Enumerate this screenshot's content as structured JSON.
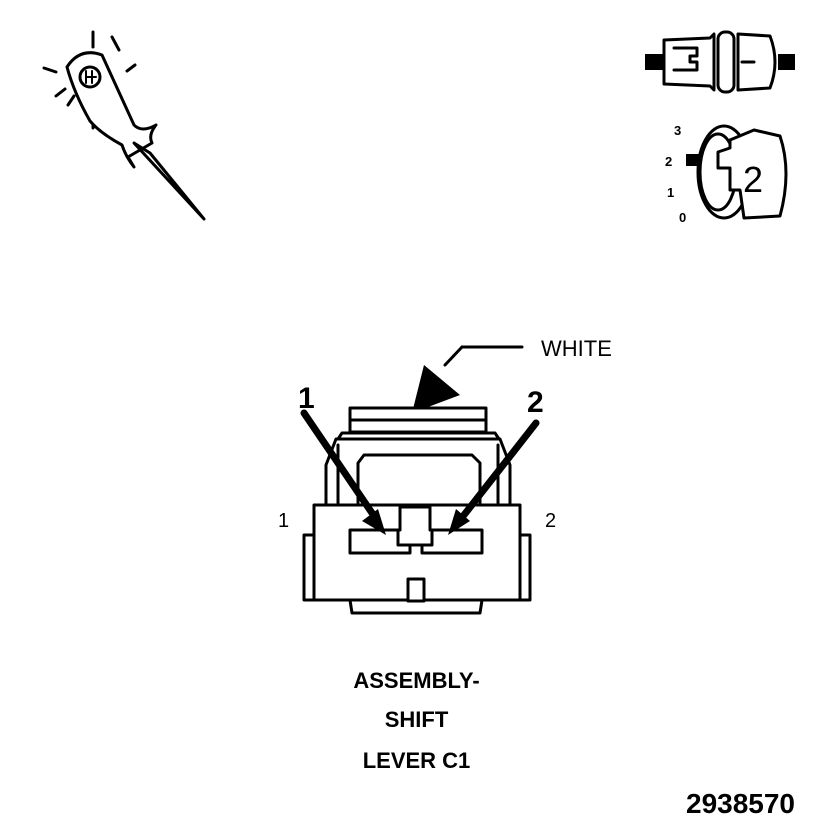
{
  "icons": {
    "probe": "test-probe-icon",
    "connector_pair": "connector-pair-icon",
    "key_switch": "ignition-key-icon"
  },
  "key_switch": {
    "scale": [
      "3",
      "2",
      "1",
      "0"
    ],
    "position": "2"
  },
  "connector": {
    "color_label": "WHITE",
    "callout_left": "1",
    "callout_right": "2",
    "pin_left": "1",
    "pin_right": "2"
  },
  "caption": {
    "line1": "ASSEMBLY-",
    "line2": "SHIFT",
    "line3": "LEVER C1"
  },
  "figure_number": "2938570"
}
